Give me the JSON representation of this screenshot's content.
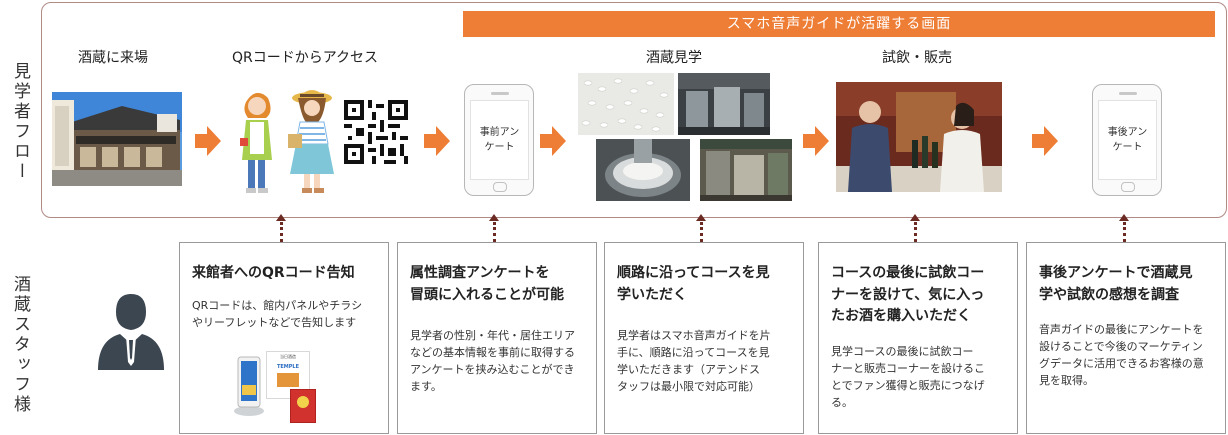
{
  "side_labels": {
    "visitor_flow": "見学者フロー",
    "staff": "酒蔵スタッフ様"
  },
  "banner": "スマホ音声ガイドが活躍する画面",
  "steps": [
    {
      "title": "酒蔵に来場"
    },
    {
      "title": "QRコードからアクセス"
    },
    {
      "title": "",
      "phone_text": "事前アンケート"
    },
    {
      "title": "酒蔵見学"
    },
    {
      "title": "試飲・販売"
    },
    {
      "title": "",
      "phone_text": "事後アンケート"
    }
  ],
  "phones": {
    "pre_line1": "事前アン",
    "pre_line2": "ケート",
    "post_line1": "事後アン",
    "post_line2": "ケート"
  },
  "cards": [
    {
      "title_lines": [
        "来館者へのQRコード告知"
      ],
      "body_lines": [
        "QRコードは、館内パネルやチラシ",
        "やリーフレットなどで告知します"
      ]
    },
    {
      "title_lines": [
        "属性調査アンケートを",
        "冒頭に入れることが可能"
      ],
      "body_lines": [
        "見学者の性別・年代・居住エリア",
        "などの基本情報を事前に取得する",
        "アンケートを挟み込むことができ",
        "ます。"
      ]
    },
    {
      "title_lines": [
        "順路に沿ってコースを見",
        "学いただく"
      ],
      "body_lines": [
        "見学者はスマホ音声ガイドを片",
        "手に、順路に沿ってコースを見",
        "学いただきます（アテンドス",
        "タッフは最小限で対応可能）"
      ]
    },
    {
      "title_lines": [
        "コースの最後に試飲コー",
        "ナーを設けて、気に入っ",
        "たお酒を購入いただく"
      ],
      "body_lines": [
        "見学コースの最後に試飲コー",
        "ナーと販売コーナーを設けるこ",
        "とでファン獲得と販売につなげ",
        "る。"
      ]
    },
    {
      "title_lines": [
        "事後アンケートで酒蔵見",
        "学や試飲の感想を調査"
      ],
      "body_lines": [
        "音声ガイドの最後にアンケートを",
        "設けることで今後のマーケティン",
        "グデータに活用できるお客様の意",
        "見を取得。"
      ]
    }
  ],
  "poster": {
    "header": "当日酒造",
    "title": "TEMPLE"
  },
  "colors": {
    "accent": "#ee7d35",
    "dotted_connector": "#6b2a22",
    "frame_border": "#b08a85",
    "staff_icon": "#3b4650"
  }
}
